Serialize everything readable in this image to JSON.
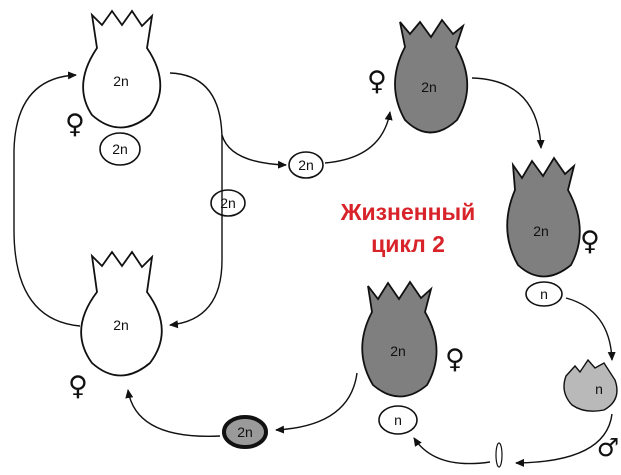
{
  "title": {
    "line1": "Жизненный",
    "line2": "цикл 2",
    "color": "#d8232a"
  },
  "labels": {
    "diploid": "2n",
    "haploid": "n",
    "female": "♀",
    "male": "♂"
  },
  "colors": {
    "stroke": "#111111",
    "white_fill": "#ffffff",
    "dark_fill": "#7f7f7f",
    "light_fill": "#b9b9b9",
    "spore_fill": "#9a9a9a"
  }
}
